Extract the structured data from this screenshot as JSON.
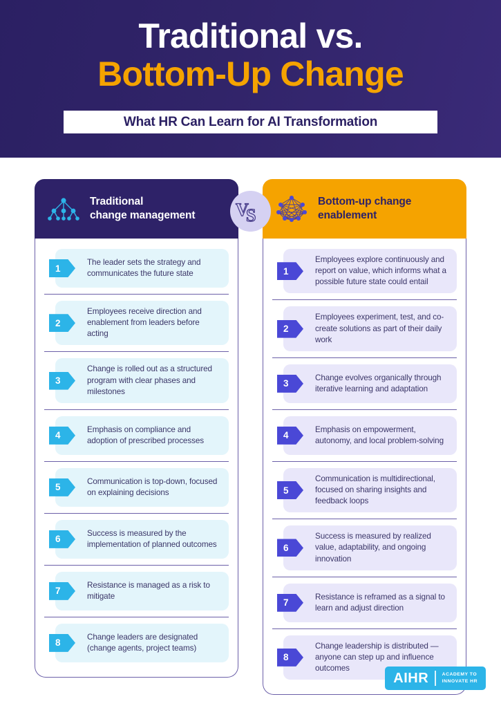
{
  "header": {
    "title_line1": "Traditional vs.",
    "title_line2": "Bottom-Up Change",
    "subtitle": "What HR Can Learn for AI Transformation",
    "bg_color": "#2b2063",
    "accent_color": "#F5A300"
  },
  "vs_badge": {
    "label": "VS",
    "bg_color": "#d5d1f2"
  },
  "columns": [
    {
      "id": "traditional",
      "icon": "hierarchy-tree-icon",
      "title_line1": "Traditional",
      "title_line2": "change management",
      "header_bg": "#2e2268",
      "header_text_color": "#ffffff",
      "badge_color": "#2cb4e8",
      "pill_color": "#e3f5fb",
      "items": [
        {
          "number": "1",
          "text": "The leader sets the strategy and communicates the future state"
        },
        {
          "number": "2",
          "text": "Employees receive direction and enablement from leaders before acting"
        },
        {
          "number": "3",
          "text": "Change is rolled out as a structured program with clear phases and milestones"
        },
        {
          "number": "4",
          "text": "Emphasis on compliance and adoption of prescribed processes"
        },
        {
          "number": "5",
          "text": "Communication is top-down, focused on explaining decisions"
        },
        {
          "number": "6",
          "text": "Success is measured by the implementation of planned outcomes"
        },
        {
          "number": "7",
          "text": "Resistance is managed as a risk to mitigate"
        },
        {
          "number": "8",
          "text": "Change leaders are designated (change agents, project teams)"
        }
      ]
    },
    {
      "id": "bottom-up",
      "icon": "network-mesh-icon",
      "title_line1": "Bottom-up change",
      "title_line2": "enablement",
      "header_bg": "#F5A300",
      "header_text_color": "#2e2268",
      "badge_color": "#4a48d6",
      "pill_color": "#e9e7fa",
      "items": [
        {
          "number": "1",
          "text": "Employees explore continuously and report on value, which informs what a possible future state could entail"
        },
        {
          "number": "2",
          "text": "Employees experiment, test, and co-create solutions as part of their daily work"
        },
        {
          "number": "3",
          "text": "Change evolves organically through iterative learning and adaptation"
        },
        {
          "number": "4",
          "text": "Emphasis on empowerment, autonomy, and local problem-solving"
        },
        {
          "number": "5",
          "text": "Communication is multidirectional, focused on sharing insights and feedback loops"
        },
        {
          "number": "6",
          "text": "Success is measured by realized value, adaptability, and ongoing innovation"
        },
        {
          "number": "7",
          "text": "Resistance is reframed as a signal to learn and adjust direction"
        },
        {
          "number": "8",
          "text": "Change leadership is distributed — anyone can step up and influence outcomes"
        }
      ]
    }
  ],
  "footer": {
    "logo_main": "AIHR",
    "logo_sub_line1": "ACADEMY TO",
    "logo_sub_line2": "INNOVATE HR",
    "logo_bg": "#2cb4e8"
  }
}
